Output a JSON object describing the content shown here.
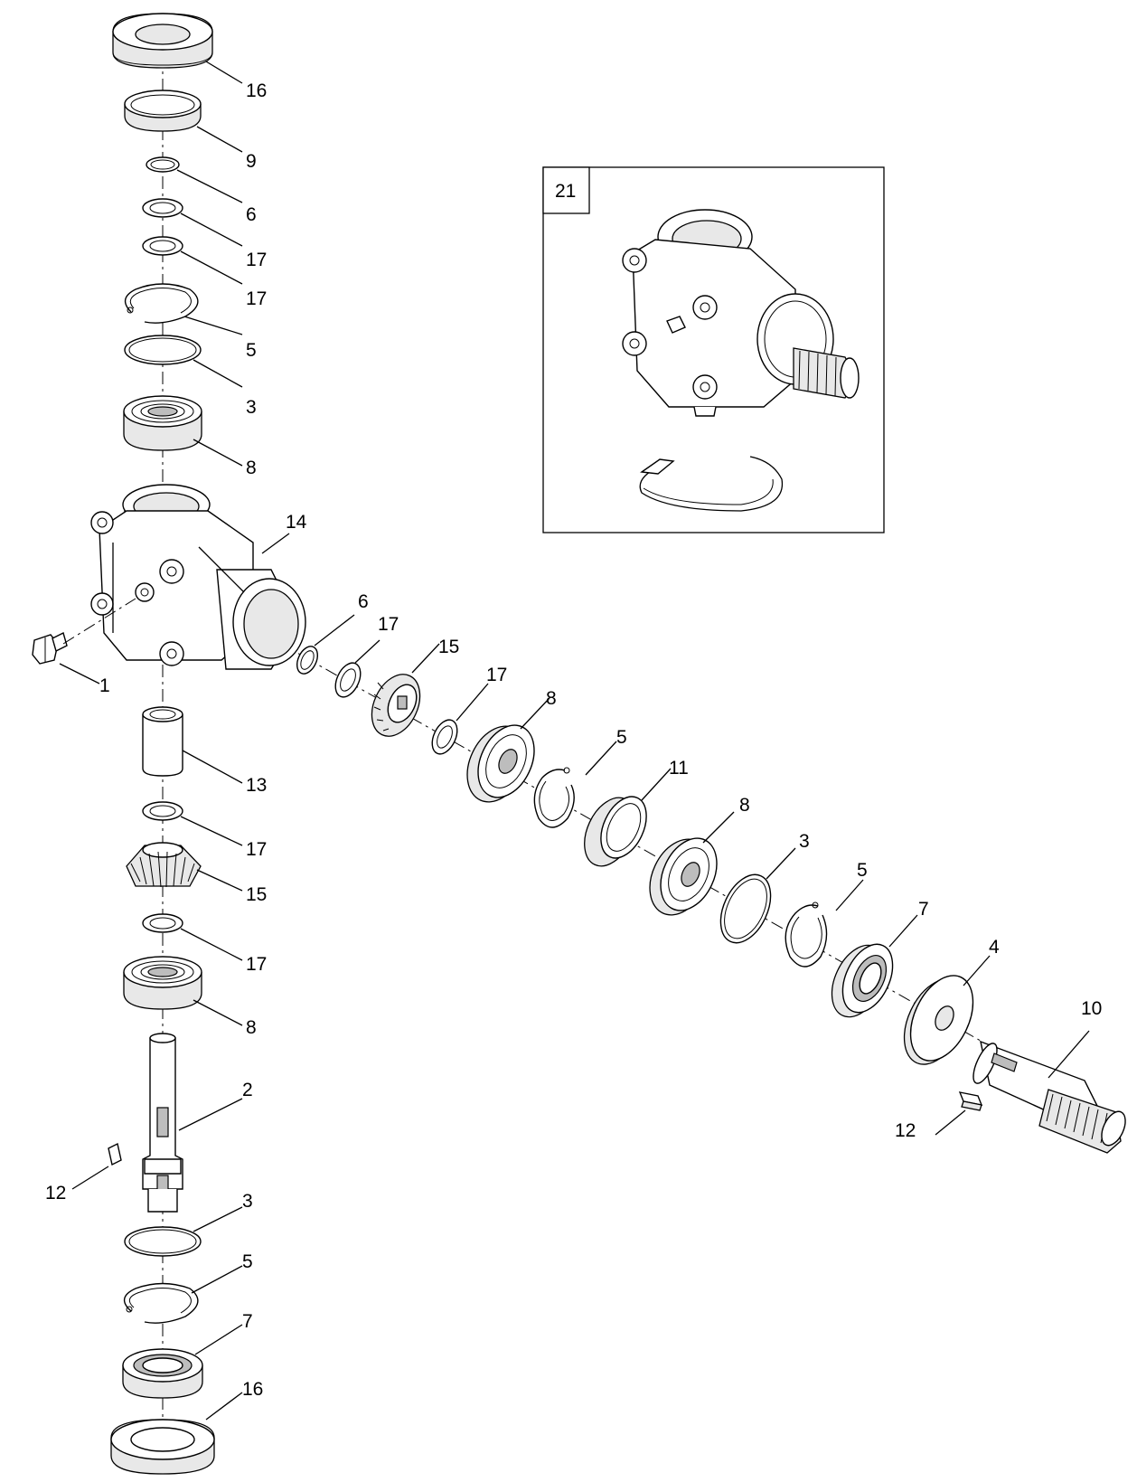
{
  "diagram": {
    "inset_label": "21",
    "callouts": [
      {
        "id": "c-16-top",
        "text": "16"
      },
      {
        "id": "c-9",
        "text": "9"
      },
      {
        "id": "c-6-top",
        "text": "6"
      },
      {
        "id": "c-17-a",
        "text": "17"
      },
      {
        "id": "c-17-b",
        "text": "17"
      },
      {
        "id": "c-5-top",
        "text": "5"
      },
      {
        "id": "c-3-top",
        "text": "3"
      },
      {
        "id": "c-8-top",
        "text": "8"
      },
      {
        "id": "c-14",
        "text": "14"
      },
      {
        "id": "c-1",
        "text": "1"
      },
      {
        "id": "c-13",
        "text": "13"
      },
      {
        "id": "c-17-c",
        "text": "17"
      },
      {
        "id": "c-15-v",
        "text": "15"
      },
      {
        "id": "c-17-d",
        "text": "17"
      },
      {
        "id": "c-8-bot",
        "text": "8"
      },
      {
        "id": "c-2",
        "text": "2"
      },
      {
        "id": "c-12-left",
        "text": "12"
      },
      {
        "id": "c-3-bot",
        "text": "3"
      },
      {
        "id": "c-5-bot",
        "text": "5"
      },
      {
        "id": "c-7-bot",
        "text": "7"
      },
      {
        "id": "c-16-bot",
        "text": "16"
      },
      {
        "id": "c-6-h",
        "text": "6"
      },
      {
        "id": "c-17-h1",
        "text": "17"
      },
      {
        "id": "c-15-h",
        "text": "15"
      },
      {
        "id": "c-17-h2",
        "text": "17"
      },
      {
        "id": "c-8-h1",
        "text": "8"
      },
      {
        "id": "c-5-h1",
        "text": "5"
      },
      {
        "id": "c-11",
        "text": "11"
      },
      {
        "id": "c-8-h2",
        "text": "8"
      },
      {
        "id": "c-3-h",
        "text": "3"
      },
      {
        "id": "c-5-h2",
        "text": "5"
      },
      {
        "id": "c-7-h",
        "text": "7"
      },
      {
        "id": "c-4",
        "text": "4"
      },
      {
        "id": "c-10",
        "text": "10"
      },
      {
        "id": "c-12-right",
        "text": "12"
      }
    ]
  }
}
